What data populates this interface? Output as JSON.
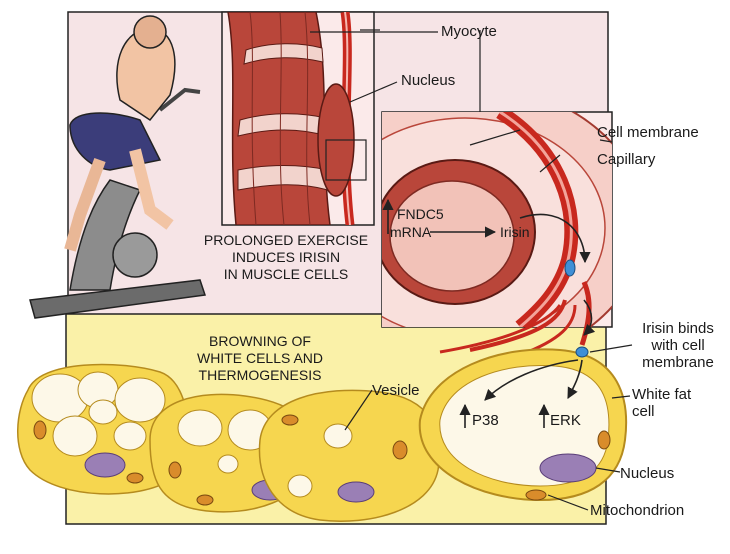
{
  "colors": {
    "background": "#ffffff",
    "panel_pink": "#f6e4e6",
    "panel_yellow": "#faf1a8",
    "muscle_red": "#b9463a",
    "muscle_light": "#f2d3cc",
    "capillary": "#c8281e",
    "fat_yellow": "#f6d64f",
    "fat_white": "#fdf8e8",
    "nucleus_purple": "#9a7fb5",
    "mito_orange": "#d98c2b",
    "irisin_blue": "#3f8fd6",
    "line": "#222222"
  },
  "labels": {
    "myocyte": "Myocyte",
    "nucleus_top": "Nucleus",
    "cell_membrane": "Cell membrane",
    "capillary": "Capillary",
    "fndc5_line1": "FNDC5",
    "fndc5_line2": "mRNA",
    "irisin": "Irisin",
    "exercise_line1": "PROLONGED EXERCISE",
    "exercise_line2": "INDUCES IRISIN",
    "exercise_line3": "IN MUSCLE CELLS",
    "browning_line1": "BROWNING OF",
    "browning_line2": "WHITE CELLS AND",
    "browning_line3": "THERMOGENESIS",
    "irisin_binds_line1": "Irisin binds",
    "irisin_binds_line2": "with cell",
    "irisin_binds_line3": "membrane",
    "white_fat_line1": "White fat",
    "white_fat_line2": "cell",
    "vesicle": "Vesicle",
    "p38": "P38",
    "erk": "ERK",
    "nucleus_bottom": "Nucleus",
    "mitochondrion": "Mitochondrion"
  },
  "icons": {
    "exercise": "person-on-exercise-bike-icon",
    "up_arrow": "up-arrow-icon"
  }
}
